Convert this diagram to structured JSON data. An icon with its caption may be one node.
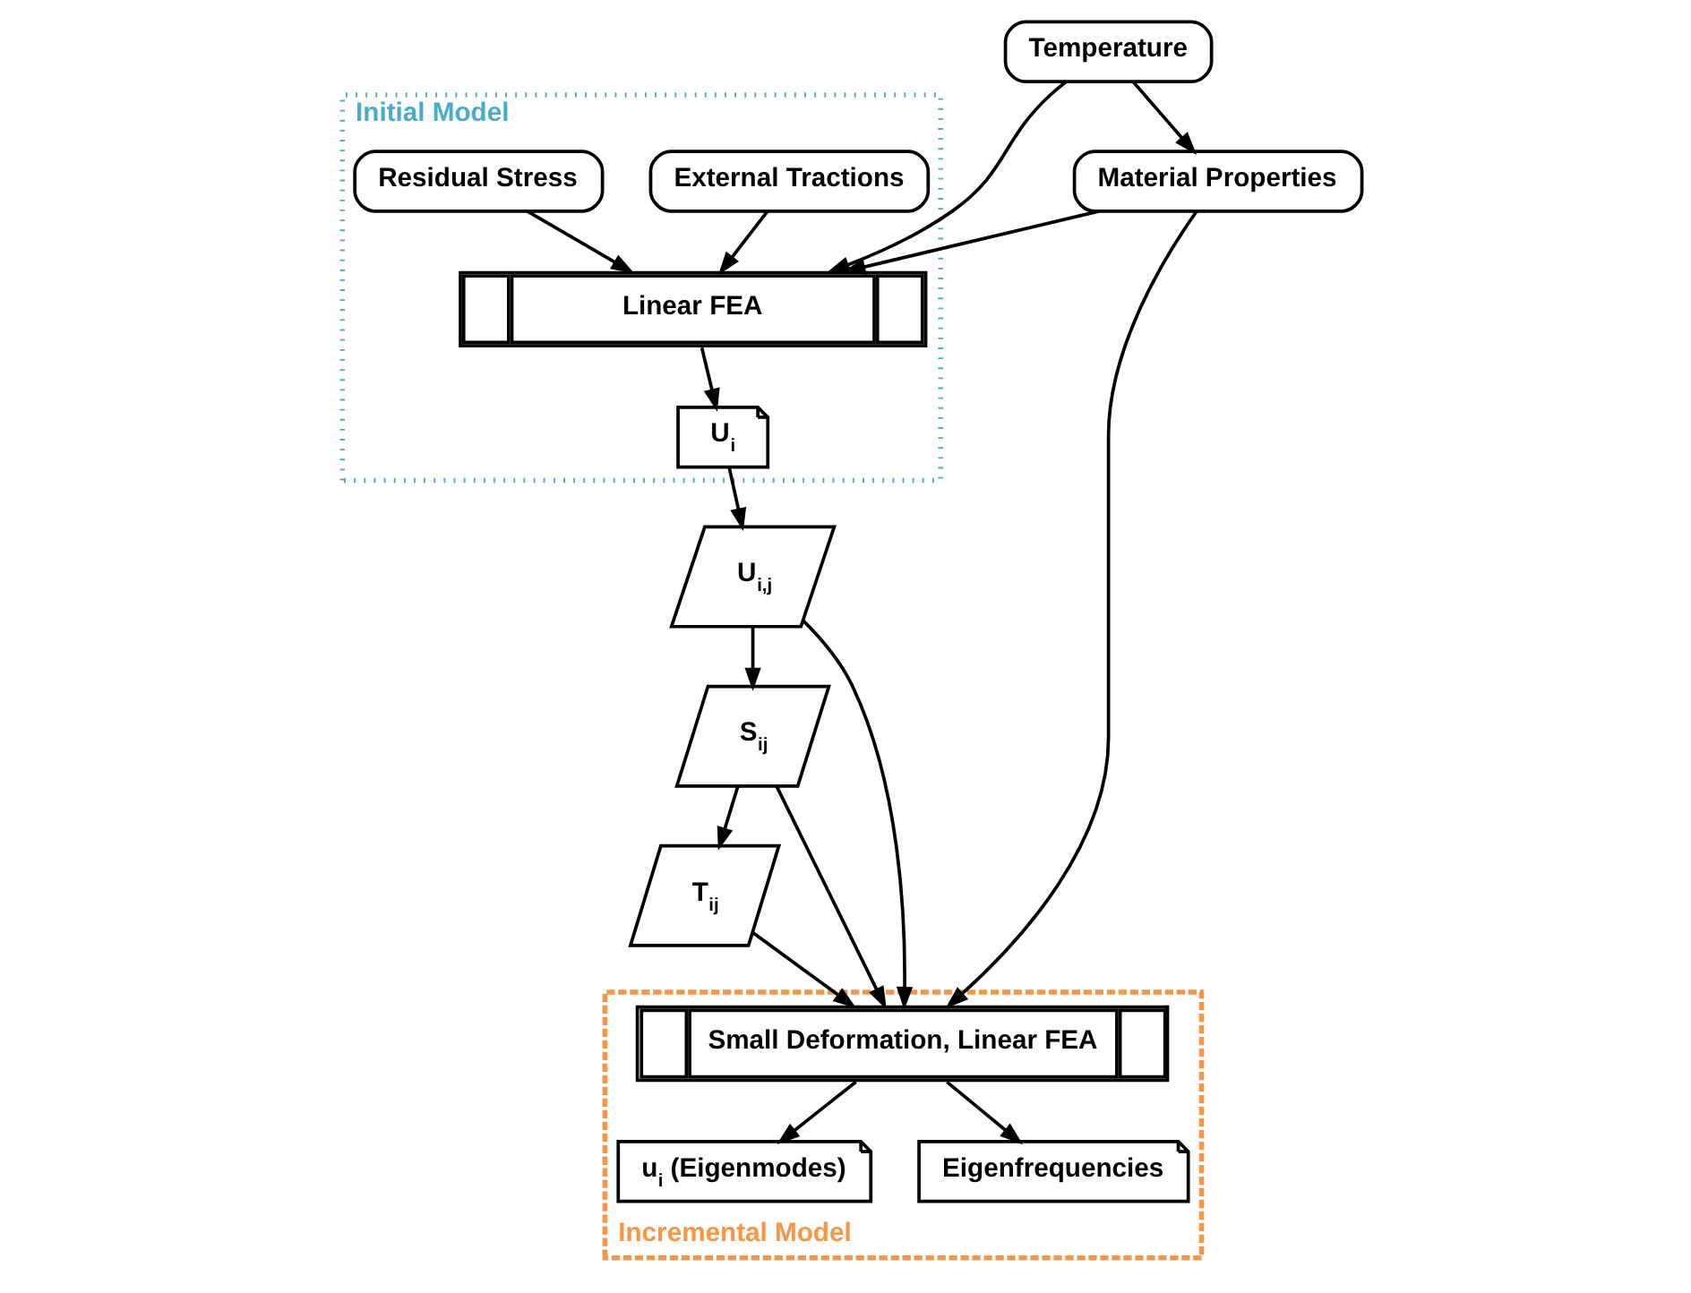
{
  "diagram": {
    "nodes": [
      {
        "text": [
          "Material Properties"
        ]
      },
      {
        "text": [
          "Temperature"
        ]
      },
      {
        "text": [
          "Initial Model"
        ]
      },
      {
        "text": [
          "External Tractions"
        ],
        "in": 2
      },
      {
        "text": [
          "Residual Stress"
        ],
        "in": 2
      },
      {
        "text": [
          "Linear FEA"
        ],
        "in": 2
      },
      {
        "text": [
          "U$_{i}$"
        ],
        "in": 2
      },
      {
        "text": [
          "U$_{i,j}$"
        ]
      },
      {
        "text": [
          "S$_{ij}$"
        ]
      },
      {
        "text": [
          "T$_{ij}$"
        ]
      },
      {
        "text": [
          "Incremental Model"
        ]
      },
      {
        "text": [
          "Small Deformation, Linear FEA"
        ],
        "in": 10
      },
      {
        "text": [
          "u$_{i}$ (Eigenmodes)"
        ],
        "in": 10
      },
      {
        "text": [
          "Eigenfrequencies"
        ],
        "in": 10
      }
    ],
    "edges": [
      {
        "from": 1,
        "to": 0,
        "arrow": "to"
      },
      {
        "from": 0,
        "to": 5,
        "arrow": "to"
      },
      {
        "from": 1,
        "to": 5,
        "arrow": "to"
      },
      {
        "from": 3,
        "to": 5,
        "arrow": "to"
      },
      {
        "from": 4,
        "to": 5,
        "arrow": "to"
      },
      {
        "from": 0,
        "to": 11,
        "arrow": "to"
      },
      {
        "from": 5,
        "to": 6,
        "arrow": "to"
      },
      {
        "from": 6,
        "to": 7,
        "arrow": "to"
      },
      {
        "from": 7,
        "to": 8,
        "arrow": "to"
      },
      {
        "from": 8,
        "to": 9,
        "arrow": "to"
      },
      {
        "from": 9,
        "to": 11,
        "arrow": "to"
      },
      {
        "from": 8,
        "to": 11,
        "arrow": "to"
      },
      {
        "from": 7,
        "to": 11,
        "arrow": "to"
      },
      {
        "from": 11,
        "to": 12,
        "arrow": "to"
      },
      {
        "from": 11,
        "to": 13,
        "arrow": "to"
      }
    ]
  }
}
